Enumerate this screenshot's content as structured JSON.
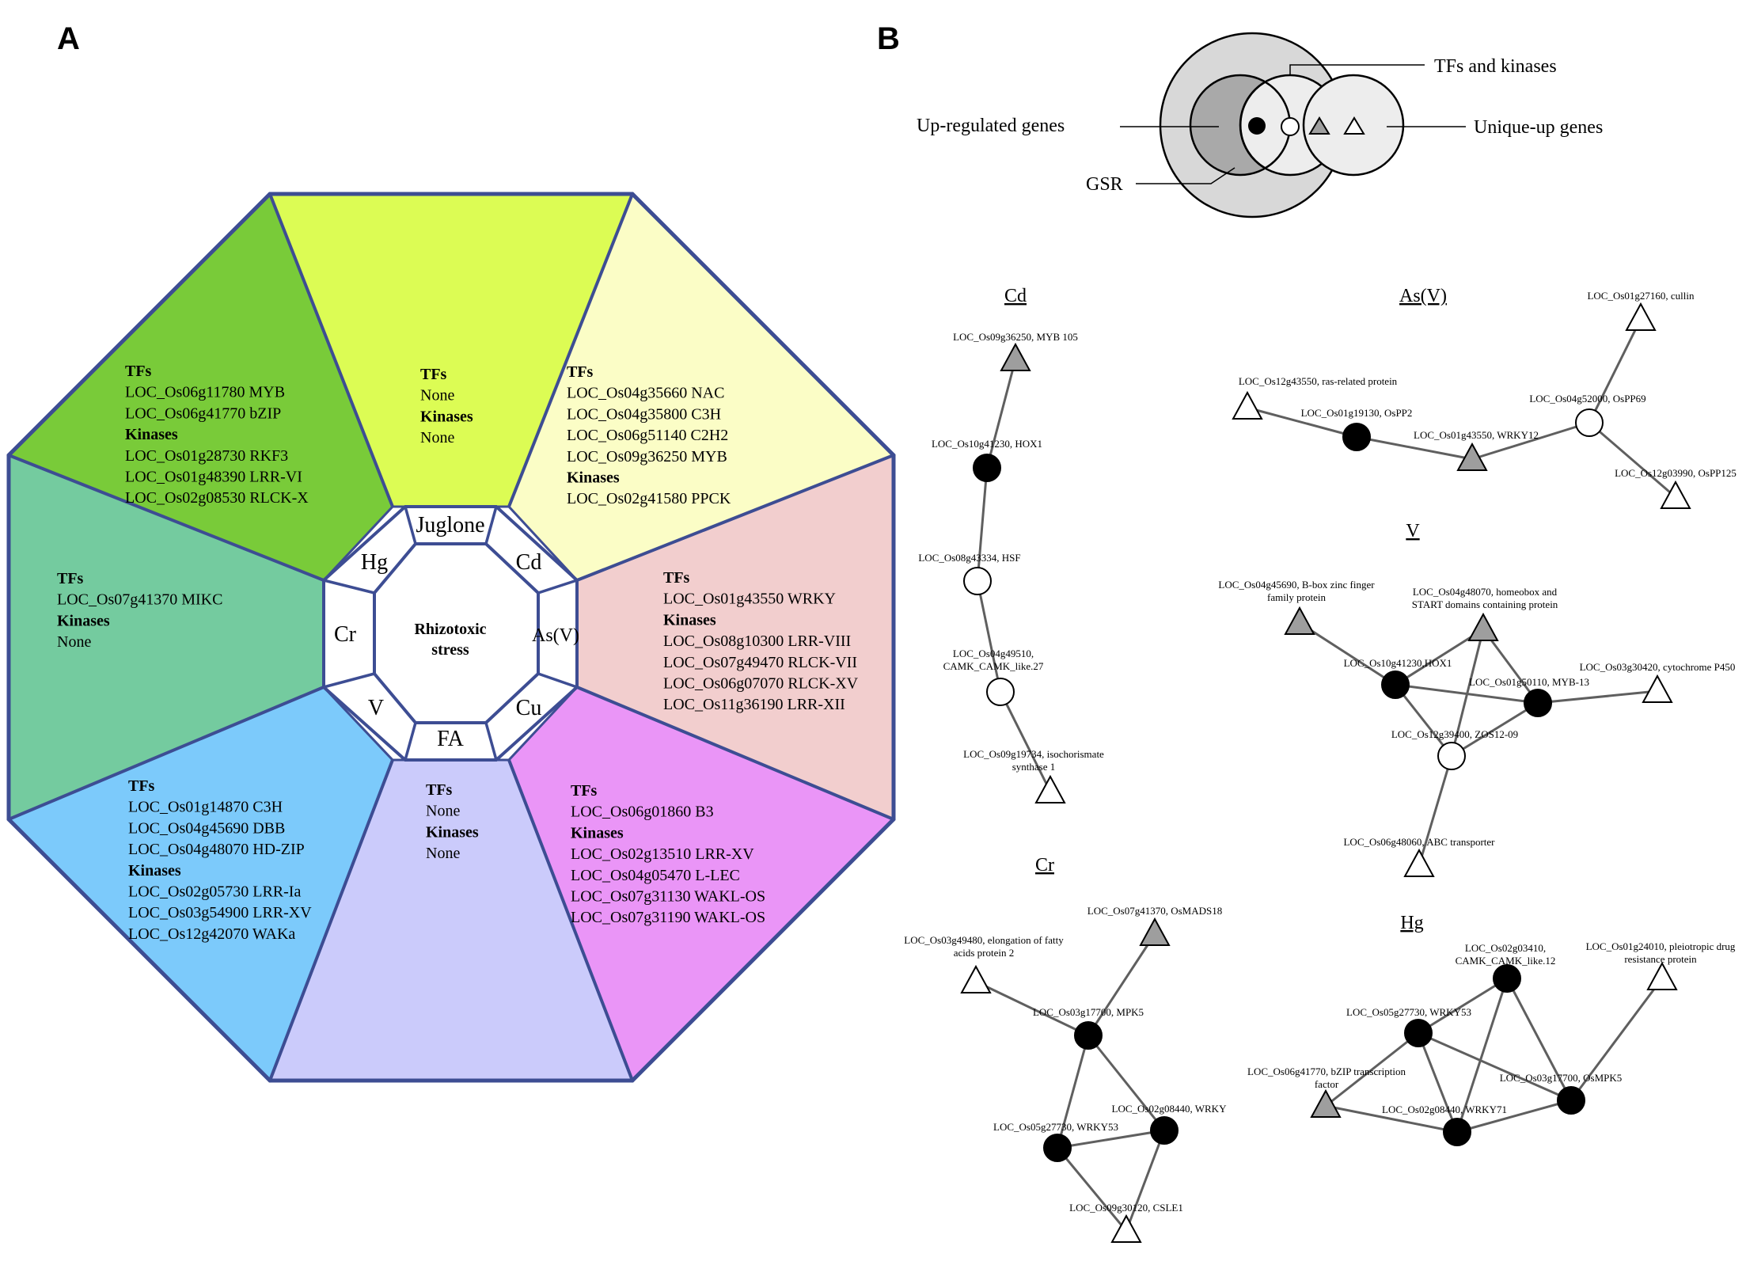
{
  "panels": {
    "a": "A",
    "b": "B"
  },
  "octagon": {
    "center": [
      "Rhizotoxic",
      "stress"
    ],
    "colors": {
      "juglone": "#dcfc54",
      "cd": "#fbfdc6",
      "as": "#f2cece",
      "cu": "#ea95f7",
      "fa": "#cbcbfb",
      "v": "#7ccafb",
      "cr": "#74cb9f",
      "hg": "#79cb39",
      "border": "#3d4d93"
    },
    "stresses": {
      "juglone": "Juglone",
      "cd": "Cd",
      "as": "As(V)",
      "cu": "Cu",
      "fa": "FA",
      "v": "V",
      "cr": "Cr",
      "hg": "Hg"
    },
    "segments": {
      "hg": [
        "TFs",
        "LOC_Os06g11780 MYB",
        "LOC_Os06g41770 bZIP",
        "Kinases",
        "LOC_Os01g28730 RKF3",
        "LOC_Os01g48390 LRR-VI",
        "LOC_Os02g08530 RLCK-X"
      ],
      "juglone": [
        "TFs",
        "None",
        "Kinases",
        "None"
      ],
      "cd": [
        "TFs",
        "LOC_Os04g35660 NAC",
        "LOC_Os04g35800 C3H",
        "LOC_Os06g51140 C2H2",
        "LOC_Os09g36250 MYB",
        "Kinases",
        "LOC_Os02g41580 PPCK"
      ],
      "cr": [
        "TFs",
        "LOC_Os07g41370 MIKC",
        "Kinases",
        "None"
      ],
      "as": [
        "TFs",
        "LOC_Os01g43550 WRKY",
        "Kinases",
        "LOC_Os08g10300 LRR-VIII",
        "LOC_Os07g49470 RLCK-VII",
        "LOC_Os06g07070 RLCK-XV",
        "LOC_Os11g36190 LRR-XII"
      ],
      "v": [
        "TFs",
        "LOC_Os01g14870 C3H",
        "LOC_Os04g45690 DBB",
        "LOC_Os04g48070 HD-ZIP",
        "Kinases",
        "LOC_Os02g05730 LRR-Ia",
        "LOC_Os03g54900 LRR-XV",
        "LOC_Os12g42070 WAKa"
      ],
      "fa": [
        "TFs",
        "None",
        "Kinases",
        "None"
      ],
      "cu": [
        "TFs",
        "LOC_Os06g01860 B3",
        "Kinases",
        "LOC_Os02g13510 LRR-XV",
        "LOC_Os04g05470 L-LEC",
        "LOC_Os07g31130 WAKL-OS",
        "LOC_Os07g31190 WAKL-OS"
      ]
    }
  },
  "legend": {
    "tfs_kinases": "TFs and kinases",
    "up_regulated": "Up-regulated genes",
    "unique_up": "Unique-up genes",
    "gsr": "GSR",
    "colors": {
      "outer": "#d8d8d8",
      "up": "#a9a9a9",
      "inner": "#ededed",
      "gray_node": "#9e9e9e"
    }
  },
  "networks": {
    "cd": {
      "title": "Cd",
      "nodes": [
        {
          "id": "n1",
          "shape": "gray-triangle",
          "label": [
            "LOC_Os09g36250, MYB 105"
          ]
        },
        {
          "id": "n2",
          "shape": "black-circle",
          "label": [
            "LOC_Os10g41230, HOX1"
          ]
        },
        {
          "id": "n3",
          "shape": "white-circle",
          "label": [
            "LOC_Os08g43334, HSF"
          ]
        },
        {
          "id": "n4",
          "shape": "white-circle",
          "label": [
            "LOC_Os04g49510,",
            "CAMK_CAMK_like.27"
          ]
        },
        {
          "id": "n5",
          "shape": "white-triangle",
          "label": [
            "LOC_Os09g19734, isochorismate",
            "synthase 1"
          ]
        }
      ],
      "edges": [
        [
          "n1",
          "n2"
        ],
        [
          "n2",
          "n3"
        ],
        [
          "n3",
          "n4"
        ],
        [
          "n4",
          "n5"
        ]
      ]
    },
    "as": {
      "title": "As(V)",
      "nodes": [
        {
          "id": "a1",
          "shape": "white-triangle",
          "label": [
            "LOC_Os12g43550, ras-related protein"
          ]
        },
        {
          "id": "a2",
          "shape": "black-circle",
          "label": [
            "LOC_Os01g19130, OsPP2"
          ]
        },
        {
          "id": "a3",
          "shape": "gray-triangle",
          "label": [
            "LOC_Os01g43550, WRKY12"
          ]
        },
        {
          "id": "a4",
          "shape": "white-circle",
          "label": [
            "LOC_Os04g52000, OsPP69"
          ]
        },
        {
          "id": "a5",
          "shape": "white-triangle",
          "label": [
            "LOC_Os01g27160, cullin"
          ]
        },
        {
          "id": "a6",
          "shape": "white-triangle",
          "label": [
            "LOC_Os12g03990, OsPP125"
          ]
        }
      ],
      "edges": [
        [
          "a1",
          "a2"
        ],
        [
          "a2",
          "a3"
        ],
        [
          "a3",
          "a4"
        ],
        [
          "a4",
          "a5"
        ],
        [
          "a4",
          "a6"
        ]
      ]
    },
    "v": {
      "title": "V",
      "nodes": [
        {
          "id": "v1",
          "shape": "gray-triangle",
          "label": [
            "LOC_Os04g45690, B-box zinc finger",
            "family protein"
          ]
        },
        {
          "id": "v2",
          "shape": "gray-triangle",
          "label": [
            "LOC_Os04g48070, homeobox and",
            "START domains containing protein"
          ]
        },
        {
          "id": "v3",
          "shape": "black-circle",
          "label": [
            "LOC_Os10g41230,HOX1"
          ]
        },
        {
          "id": "v4",
          "shape": "black-circle",
          "label": [
            "LOC_Os01g50110, MYB-13"
          ]
        },
        {
          "id": "v5",
          "shape": "white-triangle",
          "label": [
            "LOC_Os03g30420, cytochrome P450"
          ]
        },
        {
          "id": "v6",
          "shape": "white-circle",
          "label": [
            "LOC_Os12g39400, ZOS12-09"
          ]
        },
        {
          "id": "v7",
          "shape": "white-triangle",
          "label": [
            "LOC_Os06g48060, ABC transporter"
          ]
        }
      ],
      "edges": [
        [
          "v1",
          "v3"
        ],
        [
          "v2",
          "v3"
        ],
        [
          "v2",
          "v4"
        ],
        [
          "v2",
          "v6"
        ],
        [
          "v3",
          "v4"
        ],
        [
          "v3",
          "v6"
        ],
        [
          "v4",
          "v6"
        ],
        [
          "v4",
          "v5"
        ],
        [
          "v6",
          "v7"
        ]
      ]
    },
    "cr": {
      "title": "Cr",
      "nodes": [
        {
          "id": "c1",
          "shape": "gray-triangle",
          "label": [
            "LOC_Os07g41370, OsMADS18"
          ]
        },
        {
          "id": "c2",
          "shape": "white-triangle",
          "label": [
            "LOC_Os03g49480, elongation of fatty",
            "acids protein 2"
          ]
        },
        {
          "id": "c3",
          "shape": "black-circle",
          "label": [
            "LOC_Os03g17700, MPK5"
          ]
        },
        {
          "id": "c4",
          "shape": "black-circle",
          "label": [
            "LOC_Os02g08440, WRKY"
          ]
        },
        {
          "id": "c5",
          "shape": "black-circle",
          "label": [
            "LOC_Os05g27730, WRKY53"
          ]
        },
        {
          "id": "c6",
          "shape": "white-triangle",
          "label": [
            "LOC_Os09g30120, CSLE1"
          ]
        }
      ],
      "edges": [
        [
          "c1",
          "c3"
        ],
        [
          "c2",
          "c3"
        ],
        [
          "c3",
          "c4"
        ],
        [
          "c3",
          "c5"
        ],
        [
          "c4",
          "c5"
        ],
        [
          "c4",
          "c6"
        ],
        [
          "c5",
          "c6"
        ]
      ]
    },
    "hg": {
      "title": "Hg",
      "nodes": [
        {
          "id": "h1",
          "shape": "black-circle",
          "label": [
            "LOC_Os02g03410,",
            "CAMK_CAMK_like.12"
          ]
        },
        {
          "id": "h2",
          "shape": "white-triangle",
          "label": [
            "LOC_Os01g24010, pleiotropic drug",
            "resistance protein"
          ]
        },
        {
          "id": "h3",
          "shape": "black-circle",
          "label": [
            "LOC_Os05g27730, WRKY53"
          ]
        },
        {
          "id": "h4",
          "shape": "gray-triangle",
          "label": [
            "LOC_Os06g41770, bZIP transcription",
            "factor"
          ]
        },
        {
          "id": "h5",
          "shape": "black-circle",
          "label": [
            "LOC_Os03g17700, OsMPK5"
          ]
        },
        {
          "id": "h6",
          "shape": "black-circle",
          "label": [
            "LOC_Os02g08440, WRKY71"
          ]
        }
      ],
      "edges": [
        [
          "h1",
          "h3"
        ],
        [
          "h1",
          "h5"
        ],
        [
          "h1",
          "h6"
        ],
        [
          "h2",
          "h5"
        ],
        [
          "h3",
          "h5"
        ],
        [
          "h3",
          "h6"
        ],
        [
          "h3",
          "h4"
        ],
        [
          "h4",
          "h6"
        ],
        [
          "h5",
          "h6"
        ]
      ]
    }
  }
}
